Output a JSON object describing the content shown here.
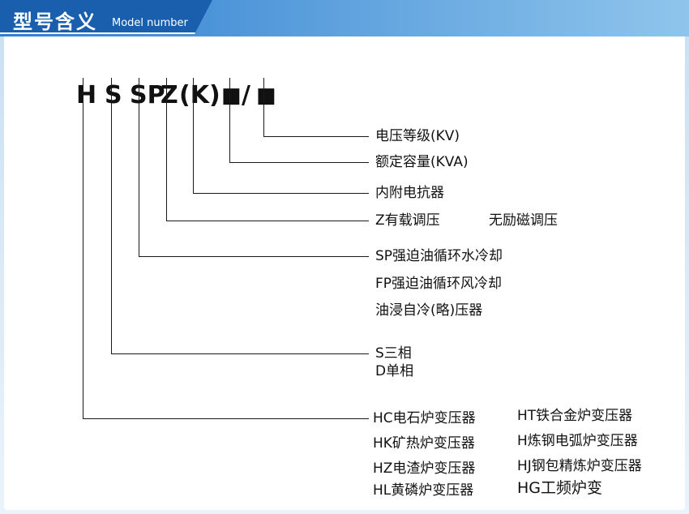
{
  "header": {
    "title": "型号含义",
    "subtitle": "Model number"
  },
  "code": {
    "p1": "H",
    "p2": "S",
    "p3": "SP",
    "p4": "Z",
    "p5": "(K)",
    "sq1": "■",
    "slash": "/",
    "sq2": "■"
  },
  "labels": {
    "voltage": "电压等级(KV)",
    "capacity": "额定容量(KVA)",
    "reactor": "内附电抗器",
    "regulation_onload": "Z有载调压",
    "regulation_offload": "无励磁调压",
    "cooling_sp": "SP强迫油循环水冷却",
    "cooling_fp": "FP强迫油循环风冷却",
    "cooling_oil": "油浸自冷(略)压器",
    "phase_s": "S三相",
    "phase_d": "D单相",
    "furnace": {
      "col1": [
        "HC电石炉变压器",
        "HK矿热炉变压器",
        "HZ电渣炉变压器",
        "HL黄磷炉变压器"
      ],
      "col2": [
        "HT铁合金炉变压器",
        "H炼钢电弧炉变压器",
        "HJ钢包精炼炉变压器",
        "HG工频炉变"
      ]
    }
  },
  "colors": {
    "header-dark": "#1a5fae",
    "header-grad-left": "#2f7fd0",
    "header-grad-right": "#8fc5ec",
    "frame-blue": "#c9dff2",
    "line-color": "#1a1a1a",
    "text-color": "#111111"
  }
}
